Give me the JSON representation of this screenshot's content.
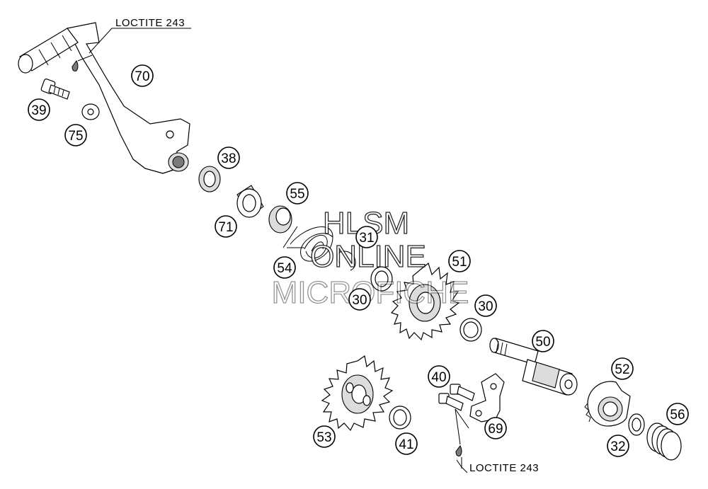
{
  "notes": {
    "loctite_top": "LOCTITE 243",
    "loctite_bottom": "LOCTITE 243"
  },
  "watermark": {
    "line1": "HLSM",
    "line2": "ONLINE",
    "line3": "MICROFICHE"
  },
  "callouts": {
    "c70": "70",
    "c39": "39",
    "c75": "75",
    "c38": "38",
    "c71": "71",
    "c55": "55",
    "c31": "31",
    "c54": "54",
    "c30a": "30",
    "c51": "51",
    "c30b": "30",
    "c50": "50",
    "c52": "52",
    "c40": "40",
    "c53": "53",
    "c41": "41",
    "c69": "69",
    "c32": "32",
    "c56": "56"
  }
}
